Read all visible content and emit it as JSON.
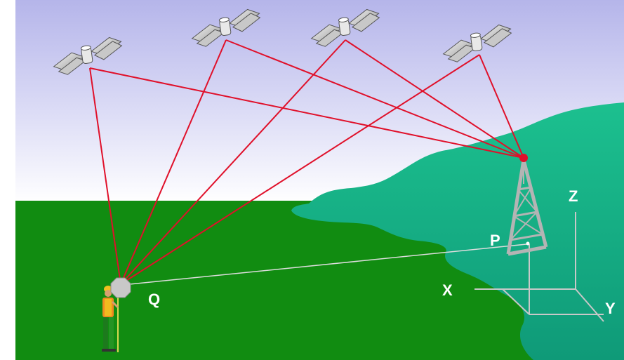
{
  "labels": {
    "station": "Q",
    "target": "P",
    "axis_x": "X",
    "axis_y": "Y",
    "axis_z": "Z"
  },
  "colors": {
    "sky_top": "#b8b8ec",
    "sky_bottom": "#ffffff",
    "ground": "#118c11",
    "hill": "#16a884",
    "signal_lines": "#e0102a",
    "baseline": "#dddddd",
    "axes": "#c8c8c8",
    "label_text": "#ffffff"
  },
  "icons": {
    "satellite": "satellite-icon",
    "tower": "survey-tower-icon",
    "surveyor": "surveyor-icon",
    "receiver": "gps-receiver-icon"
  }
}
